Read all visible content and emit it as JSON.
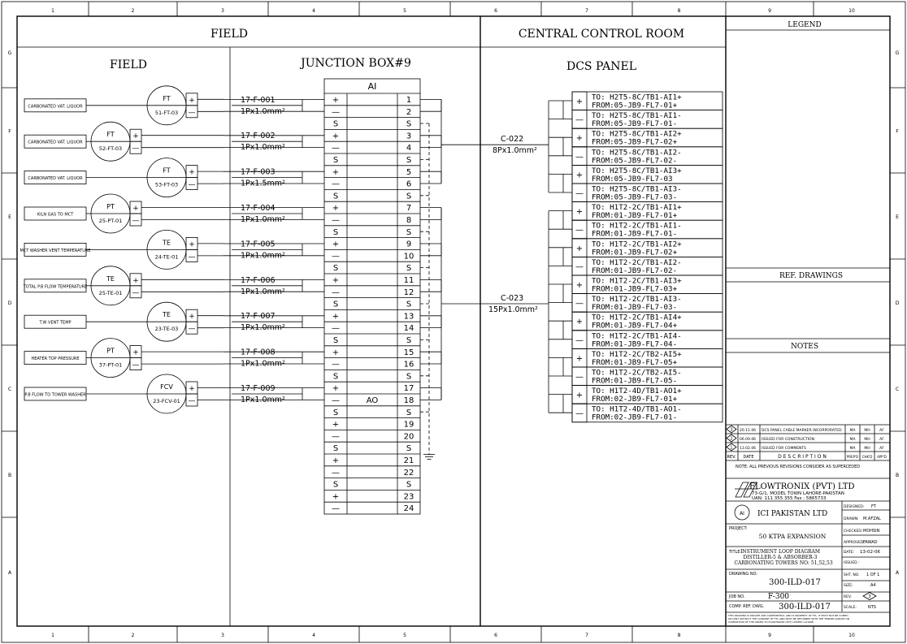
{
  "border": {
    "cols": [
      "1",
      "2",
      "3",
      "4",
      "5",
      "6",
      "7",
      "8",
      "9",
      "10"
    ],
    "rows": [
      "G",
      "F",
      "E",
      "D",
      "C",
      "B",
      "A"
    ]
  },
  "sections": {
    "field_top": "FIELD",
    "control_room": "CENTRAL CONTROL ROOM",
    "field": "FIELD",
    "junction_box": "JUNCTION BOX#9",
    "dcs_panel": "DCS PANEL"
  },
  "instruments": [
    {
      "service": "CARBONATED VAT. LIQUOR",
      "type": "FT",
      "tag": "51-FT-03",
      "cable": "17-F-001",
      "spec": "1Px1.0mm²"
    },
    {
      "service": "CARBONATED VAT. LIQUOR",
      "type": "FT",
      "tag": "52-FT-03",
      "cable": "17-F-002",
      "spec": "1Px1.0mm²"
    },
    {
      "service": "CARBONATED VAT. LIQUOR",
      "type": "FT",
      "tag": "53-FT-03",
      "cable": "17-F-003",
      "spec": "1Px1.5mm²"
    },
    {
      "service": "KILN GAS TO MCT",
      "type": "PT",
      "tag": "25-PT-01",
      "cable": "17-F-004",
      "spec": "1Px1.0mm²"
    },
    {
      "service": "MCT WASHER VENT TEMPERATURE",
      "type": "TE",
      "tag": "24-TE-01",
      "cable": "17-F-005",
      "spec": "1Px1.0mm²"
    },
    {
      "service": "TOTAL P.B FLOW TEMPERATURE",
      "type": "TE",
      "tag": "25-TE-01",
      "cable": "17-F-006",
      "spec": "1Px1.0mm²"
    },
    {
      "service": "T.W VENT TEMP",
      "type": "TE",
      "tag": "23-TE-03",
      "cable": "17-F-007",
      "spec": "1Px1.0mm²"
    },
    {
      "service": "HEATER TOP PRESSURE",
      "type": "PT",
      "tag": "37-PT-01",
      "cable": "17-F-008",
      "spec": "1Px1.0mm²"
    },
    {
      "service": "P.B FLOW TO TOWER WASHER",
      "type": "FCV",
      "tag": "23-FCV-01",
      "cable": "17-F-009",
      "spec": "1Px1.0mm²"
    }
  ],
  "junction_box": {
    "header": "AI",
    "ao_label": "AO",
    "plus": "+",
    "minus": "—",
    "shield": "S",
    "terminals": [
      "1",
      "2",
      "S",
      "3",
      "4",
      "S",
      "5",
      "6",
      "S",
      "7",
      "8",
      "S",
      "9",
      "10",
      "S",
      "11",
      "12",
      "S",
      "13",
      "14",
      "S",
      "15",
      "16",
      "S",
      "17",
      "18",
      "S",
      "19",
      "20",
      "S",
      "21",
      "22",
      "S",
      "23",
      "24"
    ]
  },
  "trunk_cables": [
    {
      "cable": "C-022",
      "spec": "8Px1.0mm²"
    },
    {
      "cable": "C-023",
      "spec": "15Px1.0mm²"
    }
  ],
  "dcs_entries": [
    [
      "TO:   H2T5-8C/TB1-AI1+",
      "FROM:05-JB9-FL7-01+"
    ],
    [
      "TO:   H2T5-8C/TB1-AI1-",
      "FROM:05-JB9-FL7-01-"
    ],
    [
      "TO:   H2T5-8C/TB1-AI2+",
      "FROM:05-JB9-FL7-02+"
    ],
    [
      "TO:   H2T5-8C/TB1-AI2-",
      "FROM:05-JB9-FL7-02-"
    ],
    [
      "TO:   H2T5-8C/TB1-AI3+",
      "FROM:05-JB9-FL7-03"
    ],
    [
      "TO:   H2T5-8C/TB1-AI3-",
      "FROM:05-JB9-FL7-03-"
    ],
    [
      "TO:   H1T2-2C/TB1-AI1+",
      "FROM:01-JB9-FL7-01+"
    ],
    [
      "TO:   H1T2-2C/TB1-AI1-",
      "FROM:01-JB9-FL7-01-"
    ],
    [
      "TO:   H1T2-2C/TB1-AI2+",
      "FROM:01-JB9-FL7-02+"
    ],
    [
      "TO:   H1T2-2C/TB1-AI2-",
      "FROM:01-JB9-FL7-02-"
    ],
    [
      "TO:   H1T2-2C/TB1-AI3+",
      "FROM:01-JB9-FL7-03+"
    ],
    [
      "TO:   H1T2-2C/TB1-AI3-",
      "FROM:01-JB9-FL7-03-"
    ],
    [
      "TO:   H1T2-2C/TB1-AI4+",
      "FROM:01-JB9-FL7-04+"
    ],
    [
      "TO:   H1T2-2C/TB1-AI4-",
      "FROM:01-JB9-FL7-04-"
    ],
    [
      "TO:   H1T2-2C/TB2-AI5+",
      "FROM:01-JB9-FL7-05+"
    ],
    [
      "TO:   H1T2-2C/TB2-AI5-",
      "FROM:01-JB9-FL7-05-"
    ],
    [
      "TO:   H1T2-4D/TB1-AO1+",
      "FROM:02-JB9-FL7-01+"
    ],
    [
      "TO:   H1T2-4D/TB1-AO1-",
      "FROM:02-JB9-FL7-01-"
    ]
  ],
  "legend": {
    "title": "LEGEND"
  },
  "ref_drawings": {
    "title": "REF. DRAWINGS"
  },
  "notes": {
    "title": "NOTES"
  },
  "revisions": [
    {
      "rev": "3",
      "date": "20.11.06",
      "desc": "DCS PANEL CABLE MARKER INCORPORATED",
      "prep": "MA",
      "chk": "MH",
      "appr": "AF"
    },
    {
      "rev": "2",
      "date": "06.09.06",
      "desc": "ISSUED FOR CONSTRUCTION",
      "prep": "MA",
      "chk": "MH",
      "appr": "AF"
    },
    {
      "rev": "1",
      "date": "13.02.06",
      "desc": "ISSUED FOR COMMENTS",
      "prep": "MA",
      "chk": "MH",
      "appr": "AF"
    }
  ],
  "rev_header": {
    "rev": "REV.",
    "date": "DATE",
    "desc": "D E S C R I P T I O N",
    "prep": "PREP'D",
    "chk": "CHK'D",
    "appr": "APP'D"
  },
  "title_block": {
    "note": "NOTE:   ALL PREVIOUS REVISIONS CONSIDER AS SUPERCEDED",
    "company": "FLOWTRONIX (PVT) LTD",
    "address": "73-G/1, MODEL TOWN LAHORE-PAKISTAN",
    "phone": "UAN: 111 355 355 Fax : 5865733",
    "client": "ICI PAKISTAN LTD",
    "designed_label": "DESIGNED:",
    "designed": "FT",
    "drawn_label": "DRAWN:",
    "drawn": "M.AFZAL",
    "checked_label": "CHECKED:",
    "checked": "MOHSIN",
    "approved_label": "APPROVED:",
    "approved": "FAWAD",
    "project_label": "PROJECT:",
    "project": "50 KTPA EXPANSION",
    "title_label": "TITLE :",
    "title1": "INSTRUMENT LOOP DIAGRAM",
    "title2": "DISTILLER-5 & ABSORBER-3",
    "title3": "CARBONATING TOWERS NO: 51,52,53",
    "date_label": "DATE:",
    "date": "13-02-06",
    "issued_label": "ISSUED :",
    "drawing_no_label": "DRAWING NO.",
    "drawing_no": "300-ILD-017",
    "sheet_label": "SHT. NO.",
    "sheet": "1 OF 1",
    "size_label": "SIZE:",
    "size": "A4",
    "job_label": "JOB NO.",
    "job": "F-300",
    "rev_label": "REV.",
    "rev": "3",
    "comp_label": "COMP. REF. DWG.",
    "comp": "300-ILD-017",
    "scale_label": "SCALE:",
    "scale": "NTS",
    "disclaimer1": "THIS DRAWING IS PRIVATE AND CONFIDENTIAL AND IS PROPERTY OF FTL. IT MUST NOT BE COPIED",
    "disclaimer2": "OR LENT WITHOUT THE CONSENT OF FTL AND MUST BE RETURNED WITH THE TENDER AND/OR ON",
    "disclaimer3": "COMPLETION OF THE ORDER TO FLOWTRONIX (PVT) LIMITED LAHORE."
  }
}
